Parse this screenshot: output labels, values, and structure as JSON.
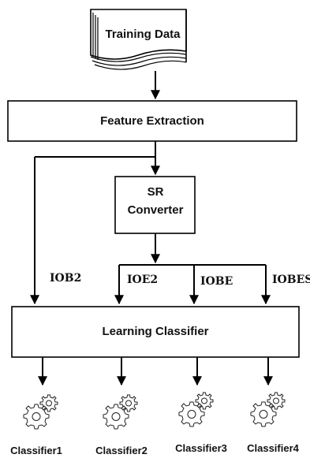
{
  "nodes": {
    "training_data": "Training Data",
    "feature_extraction": "Feature Extraction",
    "sr_converter_line1": "SR",
    "sr_converter_line2": "Converter",
    "learning_classifier": "Learning Classifier"
  },
  "edges": {
    "iob2": "IOB2",
    "ioe2": "IOE2",
    "iobe": "IOBE",
    "iobes": "IOBES"
  },
  "classifiers": [
    {
      "label": "Classifier1",
      "icon": "gears-icon"
    },
    {
      "label": "Classifier2",
      "icon": "gears-icon"
    },
    {
      "label": "Classifier3",
      "icon": "gears-icon"
    },
    {
      "label": "Classifier4",
      "icon": "gears-icon"
    }
  ]
}
